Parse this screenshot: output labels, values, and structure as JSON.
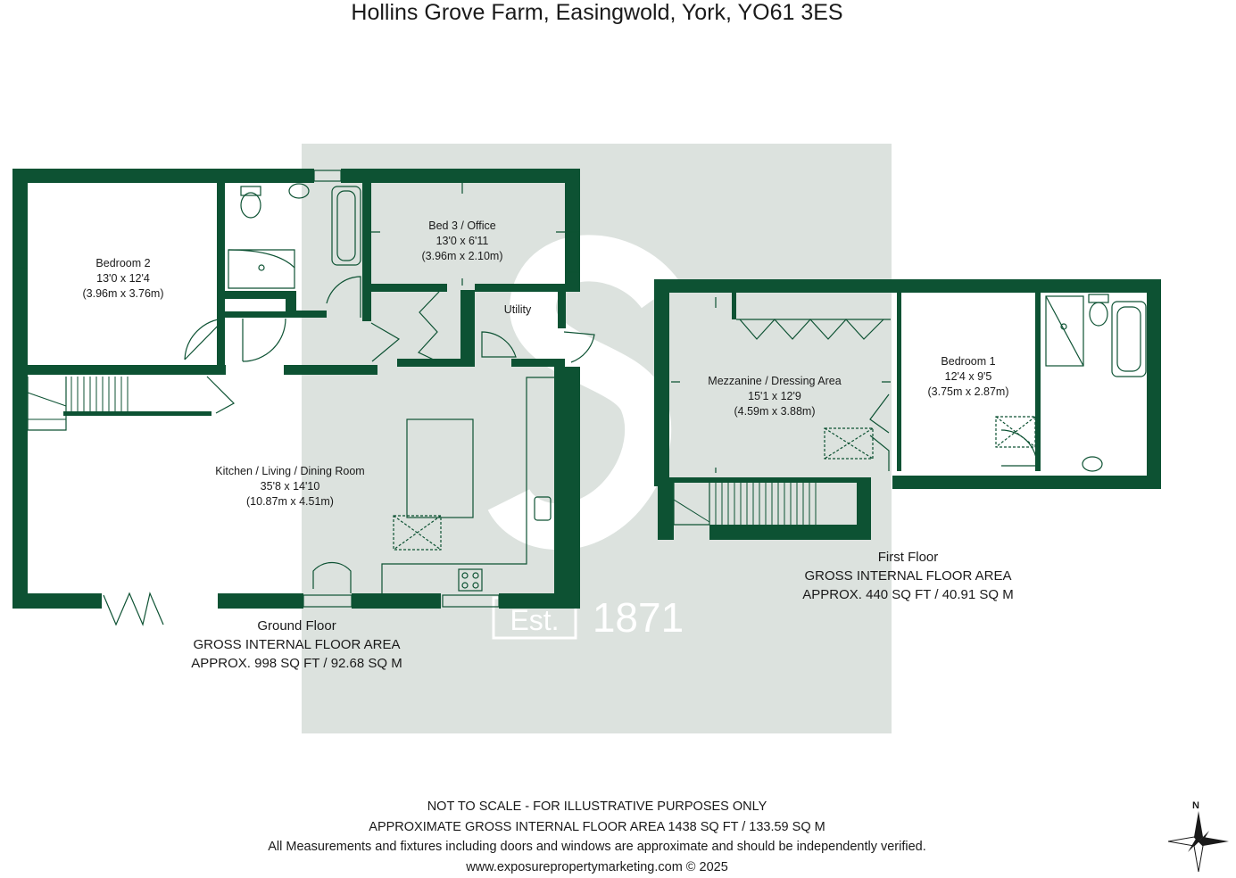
{
  "title": "Hollins Grove Farm, Easingwold, York, YO61 3ES",
  "colors": {
    "wall": "#0d5233",
    "watermark_bg": "#dce2de",
    "watermark_mark": "#ffffff"
  },
  "watermark": {
    "text": "Est. 1871"
  },
  "ground_floor": {
    "rooms": [
      {
        "id": "bedroom-2",
        "name": "Bedroom 2",
        "imperial": "13'0 x 12'4",
        "metric": "(3.96m x 3.76m)"
      },
      {
        "id": "bed-3-office",
        "name": "Bed 3 / Office",
        "imperial": "13'0 x 6'11",
        "metric": "(3.96m x 2.10m)"
      },
      {
        "id": "utility",
        "name": "Utility"
      },
      {
        "id": "kitchen",
        "name": "Kitchen / Living / Dining Room",
        "imperial": "35'8 x 14'10",
        "metric": "(10.87m x 4.51m)"
      }
    ],
    "label": "Ground Floor",
    "area_title": "GROSS INTERNAL FLOOR AREA",
    "area": "APPROX. 998 SQ FT / 92.68 SQ M"
  },
  "first_floor": {
    "rooms": [
      {
        "id": "mezzanine",
        "name": "Mezzanine / Dressing Area",
        "imperial": "15'1 x 12'9",
        "metric": "(4.59m x 3.88m)"
      },
      {
        "id": "bedroom-1",
        "name": "Bedroom 1",
        "imperial": "12'4 x 9'5",
        "metric": "(3.75m x 2.87m)"
      }
    ],
    "label": "First Floor",
    "area_title": "GROSS INTERNAL FLOOR AREA",
    "area": "APPROX. 440 SQ FT / 40.91 SQ M"
  },
  "footer": {
    "line1": "NOT TO SCALE - FOR ILLUSTRATIVE PURPOSES ONLY",
    "line2": "APPROXIMATE GROSS INTERNAL FLOOR AREA 1438 SQ FT / 133.59 SQ M",
    "line3": "All Measurements and fixtures including doors and windows are approximate and should be independently verified.",
    "line4": "www.exposurepropertymarketing.com © 2025"
  },
  "compass": {
    "label": "N",
    "icon": "compass-rose-icon"
  }
}
